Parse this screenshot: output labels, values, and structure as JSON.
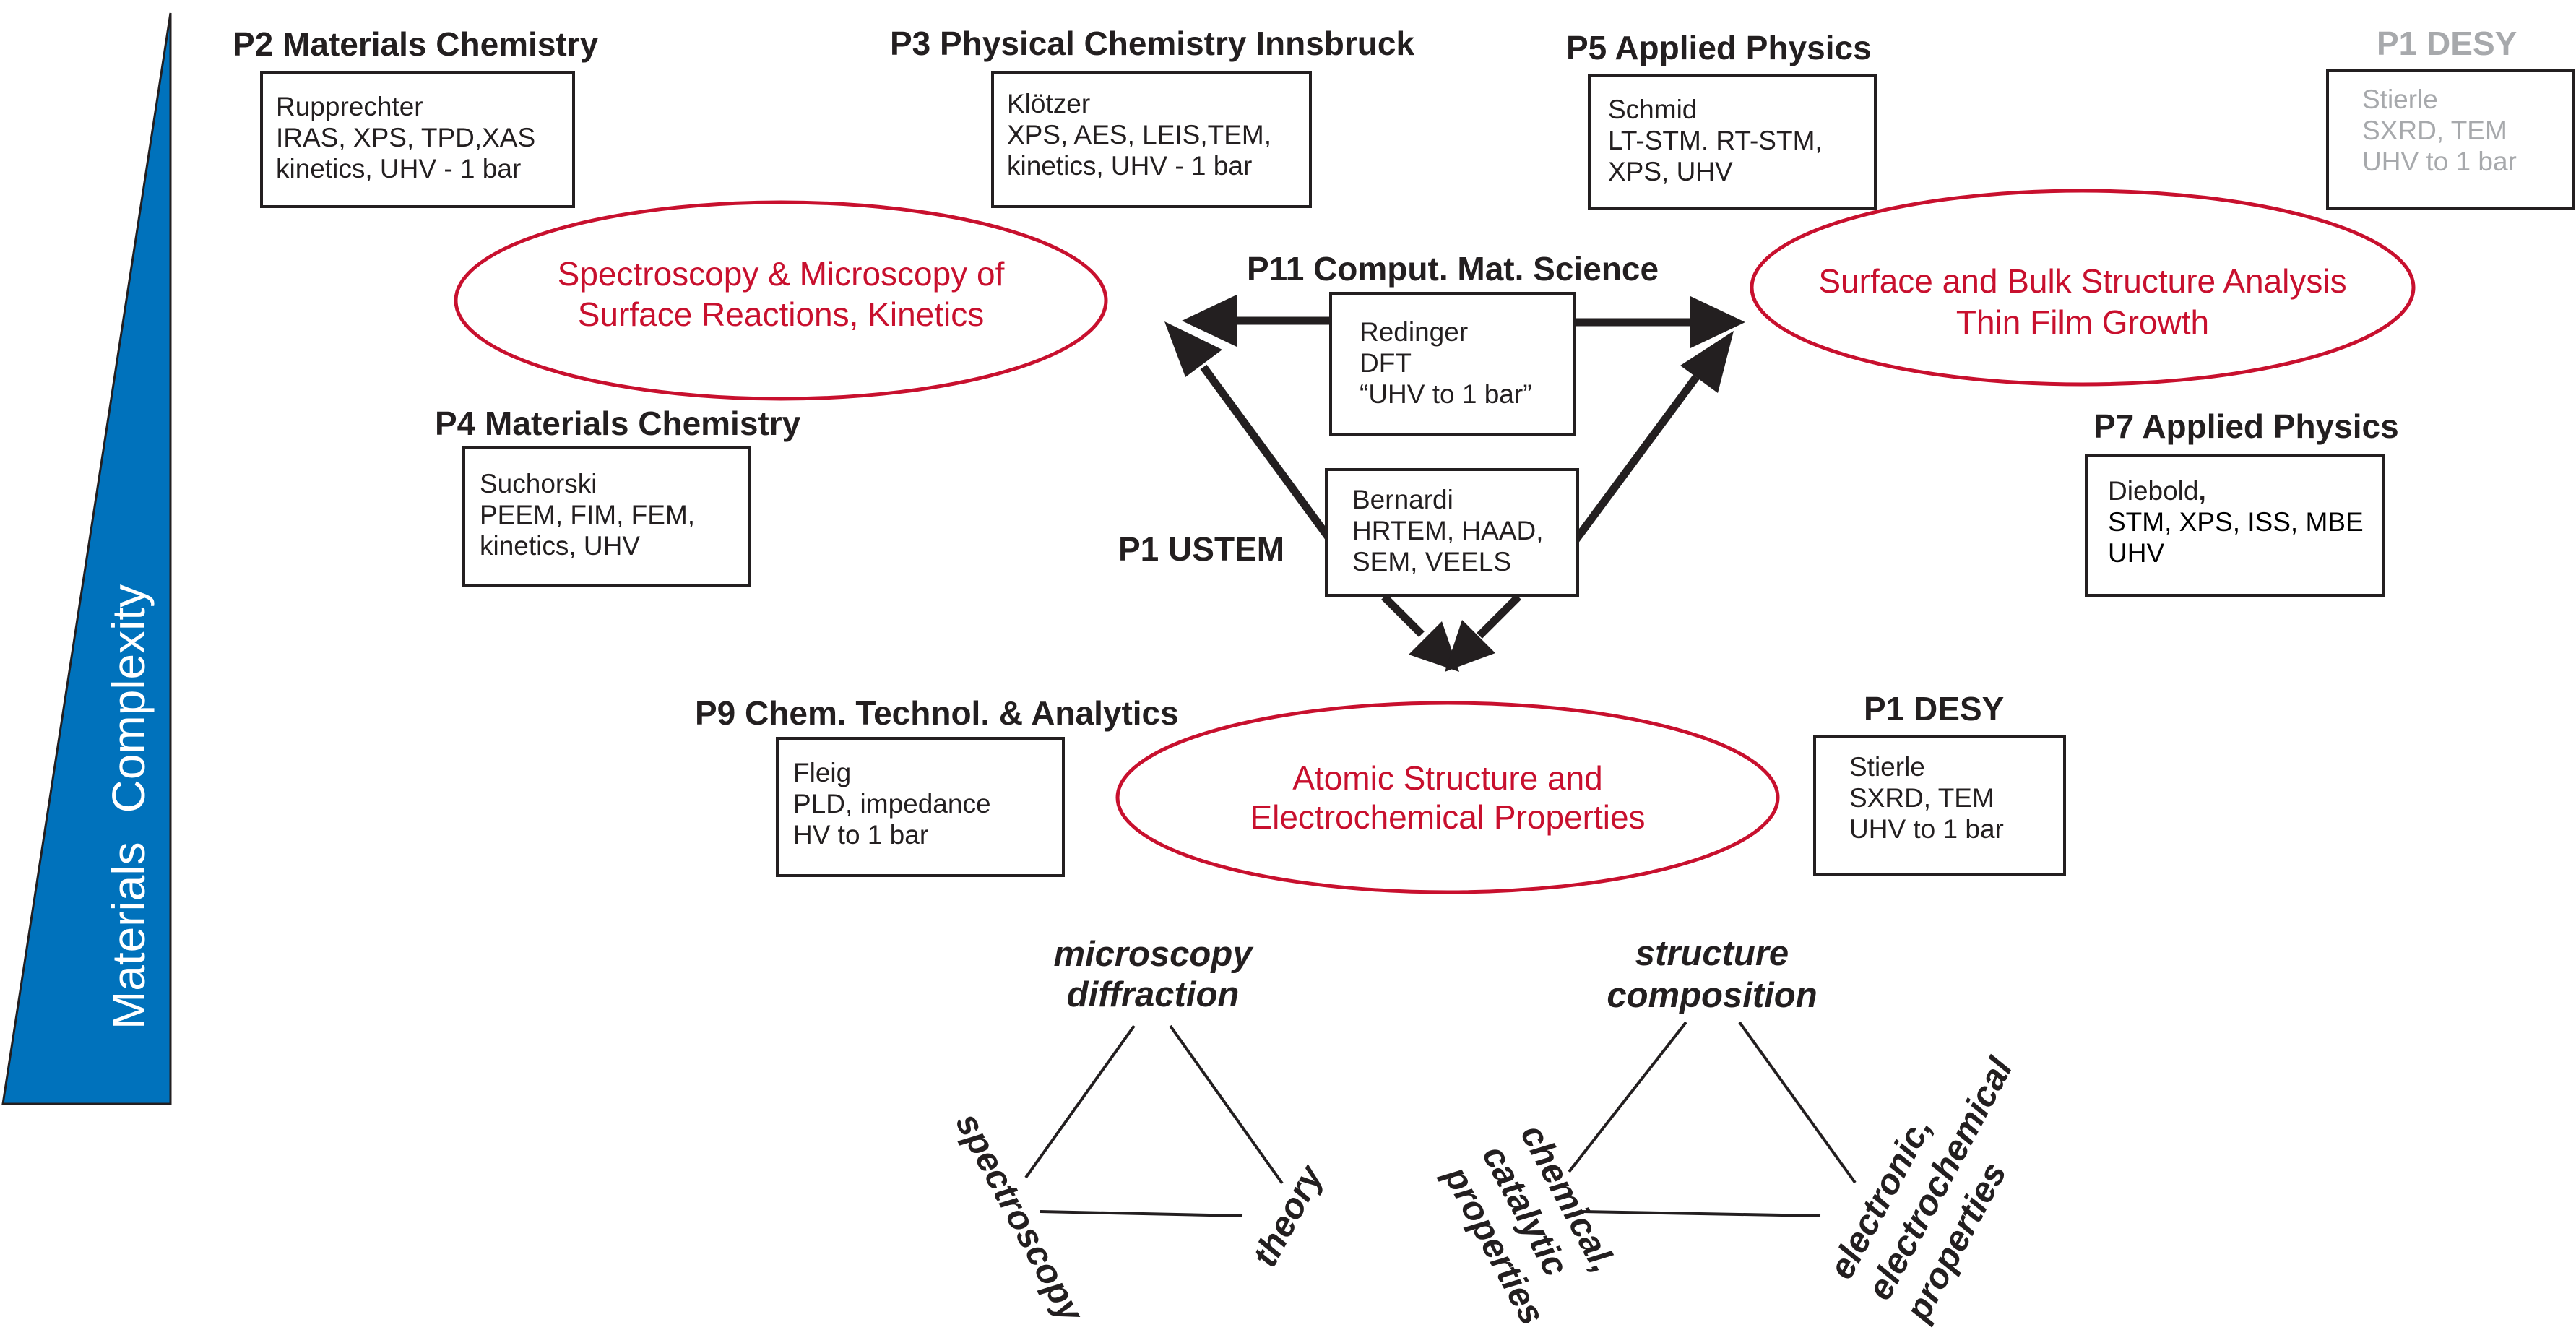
{
  "axis": {
    "label_part1": "Materials",
    "label_part2": "Complexity",
    "fill_color": "#0072bc"
  },
  "groups": {
    "p2": {
      "title": "P2 Materials Chemistry",
      "lines": [
        "Rupprechter",
        "IRAS, XPS, TPD,XAS",
        "kinetics, UHV - 1 bar"
      ]
    },
    "p3": {
      "title": "P3 Physical Chemistry Innsbruck",
      "lines": [
        "Klötzer",
        "XPS, AES, LEIS,TEM,",
        "kinetics, UHV - 1 bar"
      ]
    },
    "p5": {
      "title": "P5 Applied Physics",
      "lines": [
        "Schmid",
        "LT-STM. RT-STM,",
        "XPS, UHV"
      ]
    },
    "p1_desy_top": {
      "title": "P1 DESY",
      "lines": [
        "Stierle",
        "SXRD, TEM",
        "UHV to 1 bar"
      ]
    },
    "p11": {
      "title": "P11 Comput. Mat. Science",
      "lines": [
        "Redinger",
        "DFT",
        "“UHV to 1 bar”"
      ]
    },
    "p4": {
      "title": "P4 Materials Chemistry",
      "lines": [
        "Suchorski",
        "PEEM, FIM, FEM,",
        "kinetics, UHV"
      ]
    },
    "p7": {
      "title": "P7 Applied Physics",
      "lines": [
        "Diebold",
        ",",
        "STM, XPS, ISS, MBE",
        "UHV"
      ]
    },
    "p1_ustem": {
      "title": "P1 USTEM",
      "lines": [
        "Bernardi",
        "HRTEM, HAAD,",
        "SEM, VEELS"
      ]
    },
    "p9": {
      "title": "P9 Chem. Technol. & Analytics",
      "lines": [
        "Fleig",
        "PLD, impedance",
        "HV to 1 bar"
      ]
    },
    "p1_desy_bottom": {
      "title": "P1 DESY",
      "lines": [
        "Stierle",
        "SXRD, TEM",
        "UHV to 1 bar"
      ]
    }
  },
  "themes": {
    "spectroscopy": [
      "Spectroscopy & Microscopy of",
      "Surface Reactions, Kinetics"
    ],
    "structure": [
      "Surface and Bulk Structure Analysis",
      "Thin Film Growth"
    ],
    "atomic": [
      "Atomic Structure and",
      "Electrochemical Properties"
    ]
  },
  "triangle_left": {
    "top": [
      "microscopy",
      "diffraction"
    ],
    "left": "spectroscopy",
    "right": "theory"
  },
  "triangle_right": {
    "top": [
      "structure",
      "composition"
    ],
    "left": [
      "chemical,",
      "catalytic",
      "properties"
    ],
    "right": [
      "electronic,",
      "electrochemical",
      "properties"
    ]
  },
  "colors": {
    "theme_red": "#c8102e",
    "faded_grey": "#a7a9ac",
    "ink": "#231f20"
  }
}
